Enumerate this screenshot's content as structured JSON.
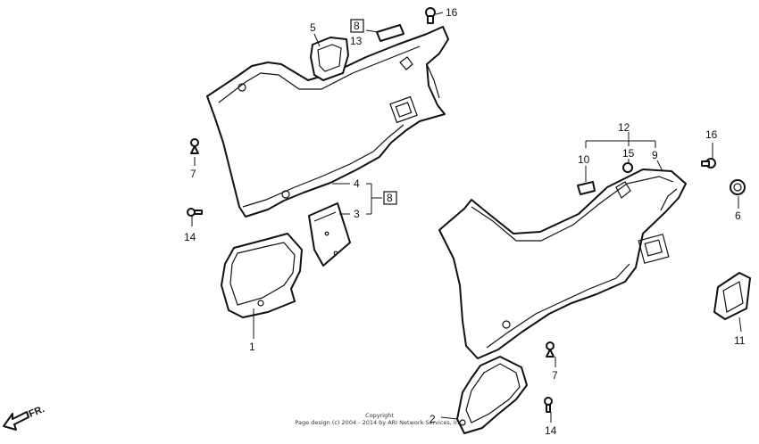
{
  "callouts": {
    "c1": "1",
    "c2": "2",
    "c3": "3",
    "c4": "4",
    "c5": "5",
    "c6": "6",
    "c7a": "7",
    "c7b": "7",
    "c8a": "8",
    "c8b": "8",
    "c9": "9",
    "c10": "10",
    "c11": "11",
    "c12": "12",
    "c13": "13",
    "c14a": "14",
    "c14b": "14",
    "c15": "15",
    "c16a": "16",
    "c16b": "16"
  },
  "direction_label": "FR.",
  "footer": {
    "line1": "Copyright",
    "line2": "Page design (c) 2004 - 2014 by ARI Network Services, Inc."
  },
  "colors": {
    "line": "#111111",
    "background": "#ffffff"
  }
}
